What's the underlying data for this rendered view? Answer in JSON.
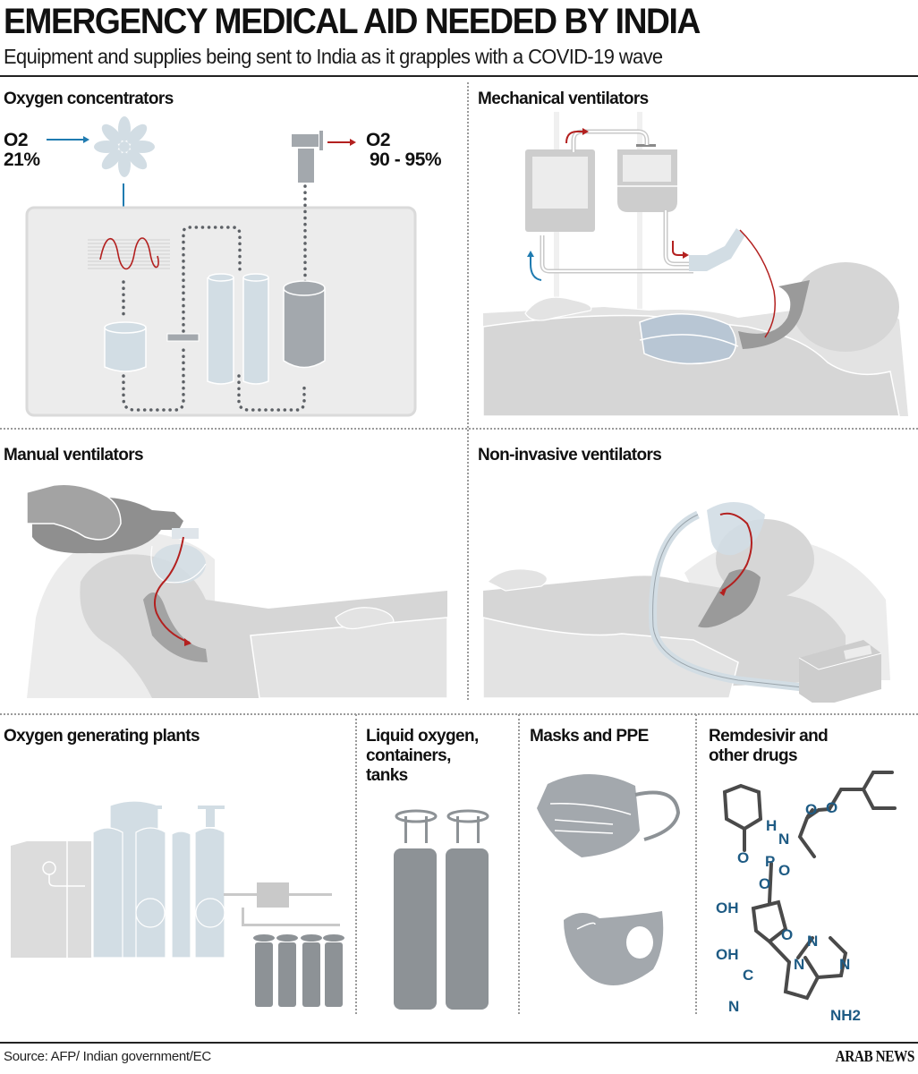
{
  "header": {
    "title": "EMERGENCY MEDICAL AID NEEDED BY INDIA",
    "subtitle": "Equipment and supplies being sent to India as it grapples with a COVID-19 wave"
  },
  "colors": {
    "accent_blue": "#1f7bb0",
    "accent_red": "#b3201f",
    "light_blue_fill": "#d2dde4",
    "gray_fill": "#a3a8ad",
    "dark_gray_fill": "#8d9296",
    "panel_bg": "#ececec",
    "molecule_bond": "#4a4a4a",
    "molecule_atom": "#1e5b84"
  },
  "sections": {
    "oxygen_concentrators": {
      "title": "Oxygen concentrators",
      "input_label": "O2",
      "input_value": "21%",
      "output_label": "O2",
      "output_value": "90 - 95%"
    },
    "mechanical_ventilators": {
      "title": "Mechanical ventilators"
    },
    "manual_ventilators": {
      "title": "Manual ventilators"
    },
    "non_invasive_ventilators": {
      "title": "Non-invasive ventilators"
    },
    "oxygen_generating_plants": {
      "title": "Oxygen generating plants"
    },
    "liquid_oxygen": {
      "title_lines": [
        "Liquid oxygen,",
        "containers,",
        "tanks"
      ]
    },
    "masks_ppe": {
      "title": "Masks and PPE"
    },
    "remdesivir": {
      "title_lines": [
        "Remdesivir and",
        "other drugs"
      ],
      "atoms": [
        "O",
        "O",
        "H",
        "N",
        "O",
        "P",
        "O",
        "O",
        "OH",
        "OH",
        "O",
        "N",
        "N",
        "N",
        "C",
        "N",
        "NH2"
      ]
    }
  },
  "footer": {
    "source": "Source: AFP/ Indian government/EC",
    "brand": "ARAB NEWS"
  }
}
